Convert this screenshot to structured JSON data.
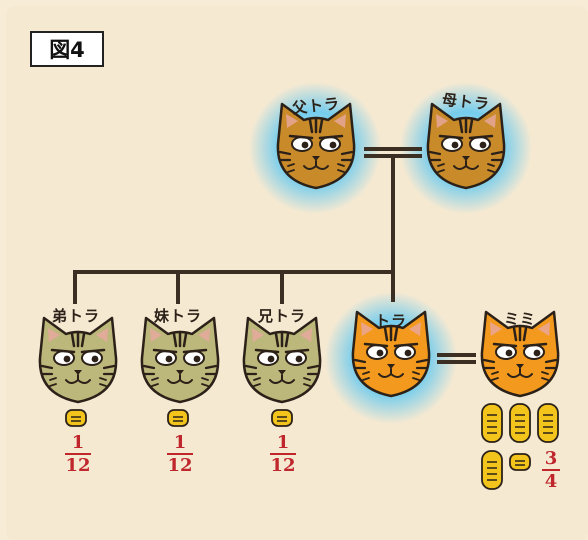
{
  "figure_label": "図4",
  "colors": {
    "background": "#f7ecd6",
    "panel": "#f5e9d2",
    "glow": "#7fd2f0",
    "line": "#3b2e22",
    "tabby_brown": "#c98a2a",
    "tabby_olive": "#bcb77a",
    "orange": "#f39a1e",
    "coin": "#f3c51c",
    "fraction_red": "#c0272d"
  },
  "family": {
    "father": {
      "label": "父トラ"
    },
    "mother": {
      "label": "母トラ"
    },
    "children": [
      {
        "label": "弟トラ",
        "share": {
          "numerator": "1",
          "denominator": "12"
        }
      },
      {
        "label": "妹トラ",
        "share": {
          "numerator": "1",
          "denominator": "12"
        }
      },
      {
        "label": "兄トラ",
        "share": {
          "numerator": "1",
          "denominator": "12"
        }
      },
      {
        "label": "トラ"
      }
    ],
    "spouse": {
      "label": "ミミ",
      "share": {
        "numerator": "3",
        "denominator": "4"
      }
    }
  },
  "icons": {
    "coin": "gold-koban-coin-icon",
    "cat": "cat-face-icon"
  }
}
